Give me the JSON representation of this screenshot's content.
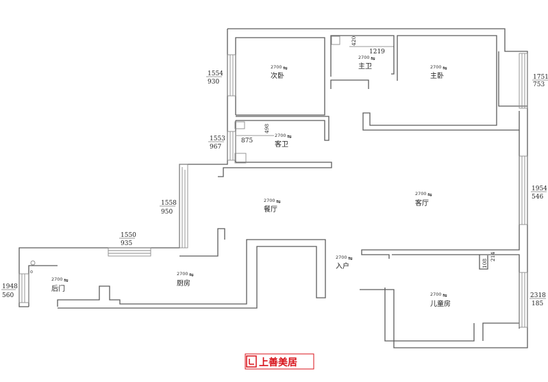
{
  "rooms": {
    "second_bedroom": {
      "label": "次卧",
      "height": "2700"
    },
    "master_bath": {
      "label": "主卫",
      "height": "2700"
    },
    "master_bedroom": {
      "label": "主卧",
      "height": "2700"
    },
    "guest_bath": {
      "label": "客卫",
      "height": "2700"
    },
    "dining": {
      "label": "餐厅",
      "height": "2700"
    },
    "living": {
      "label": "客厅",
      "height": "2700"
    },
    "entrance": {
      "label": "入户",
      "height": "2700"
    },
    "back_door": {
      "label": "后门",
      "height": "2700"
    },
    "kitchen": {
      "label": "厨房",
      "height": "2700"
    },
    "kids_room": {
      "label": "儿童房",
      "height": "2700"
    }
  },
  "dimensions": {
    "master_bath_a": "420",
    "master_bath_b": "1219",
    "guest_bath_a": "498",
    "guest_bath_b": "875",
    "kids_a": "108",
    "kids_b": "214"
  },
  "windows": {
    "w1": {
      "width": "1554",
      "sill": "930"
    },
    "w2": {
      "width": "1553",
      "sill": "967"
    },
    "w3": {
      "width": "1558",
      "sill": "950"
    },
    "w4": {
      "width": "1550",
      "sill": "935"
    },
    "w5": {
      "width": "1948",
      "sill": "560"
    },
    "w6": {
      "width": "1751",
      "sill": "753"
    },
    "w7": {
      "width": "1954",
      "sill": "546"
    },
    "w8": {
      "width": "2318",
      "sill": "185"
    }
  },
  "logo": {
    "text": "上善美居"
  },
  "colors": {
    "wall": "#5a5a5a",
    "brand": "#d8121a"
  }
}
